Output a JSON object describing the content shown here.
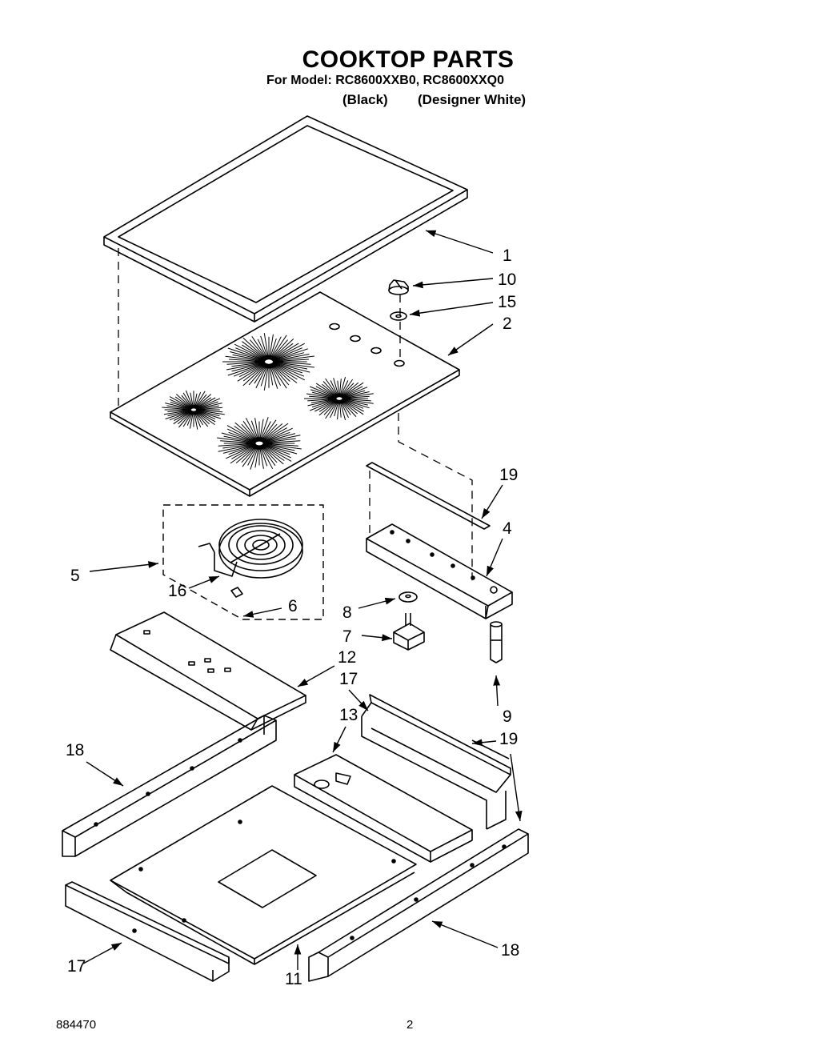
{
  "header": {
    "title": "COOKTOP PARTS",
    "model_line": "For Model: RC8600XXB0, RC8600XXQ0",
    "variant_black": "(Black)",
    "variant_white": "(Designer White)"
  },
  "footer": {
    "doc_number": "884470",
    "page_number": "2"
  },
  "callouts": {
    "c1": "1",
    "c10": "10",
    "c15": "15",
    "c2": "2",
    "c19a": "19",
    "c4": "4",
    "c5": "5",
    "c16": "16",
    "c6": "6",
    "c8": "8",
    "c7": "7",
    "c12": "12",
    "c17a": "17",
    "c9": "9",
    "c13": "13",
    "c18a": "18",
    "c19b": "19",
    "c18b": "18",
    "c17b": "17",
    "c11": "11"
  }
}
